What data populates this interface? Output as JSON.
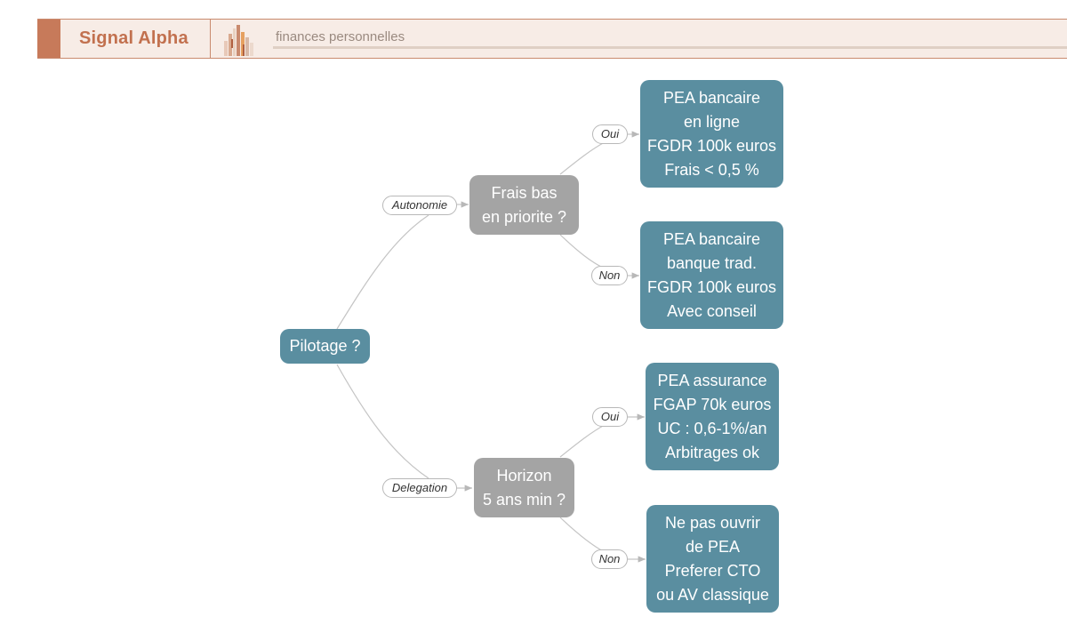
{
  "header": {
    "brand": "Signal Alpha",
    "logo_icon": "bar-chart-logo-icon",
    "tagline": "finances personnelles"
  },
  "colors": {
    "decision_node": "#5a8ea0",
    "question_node": "#a4a4a4",
    "brand": "#c2714f",
    "edge": "#c4c4c4"
  },
  "diagram": {
    "root": {
      "lines": [
        "Pilotage ?"
      ]
    },
    "branch_autonomie": {
      "label": "Autonomie",
      "question": {
        "lines": [
          "Frais bas",
          "en priorite ?"
        ]
      },
      "yes": {
        "label": "Oui",
        "result": {
          "lines": [
            "PEA bancaire",
            "en ligne",
            "FGDR 100k euros",
            "Frais < 0,5 %"
          ]
        }
      },
      "no": {
        "label": "Non",
        "result": {
          "lines": [
            "PEA bancaire",
            "banque trad.",
            "FGDR 100k euros",
            "Avec conseil"
          ]
        }
      }
    },
    "branch_delegation": {
      "label": "Delegation",
      "question": {
        "lines": [
          "Horizon",
          "5 ans min ?"
        ]
      },
      "yes": {
        "label": "Oui",
        "result": {
          "lines": [
            "PEA assurance",
            "FGAP 70k euros",
            "UC : 0,6-1%/an",
            "Arbitrages ok"
          ]
        }
      },
      "no": {
        "label": "Non",
        "result": {
          "lines": [
            "Ne pas ouvrir",
            "de PEA",
            "Preferer CTO",
            "ou AV classique"
          ]
        }
      }
    }
  }
}
